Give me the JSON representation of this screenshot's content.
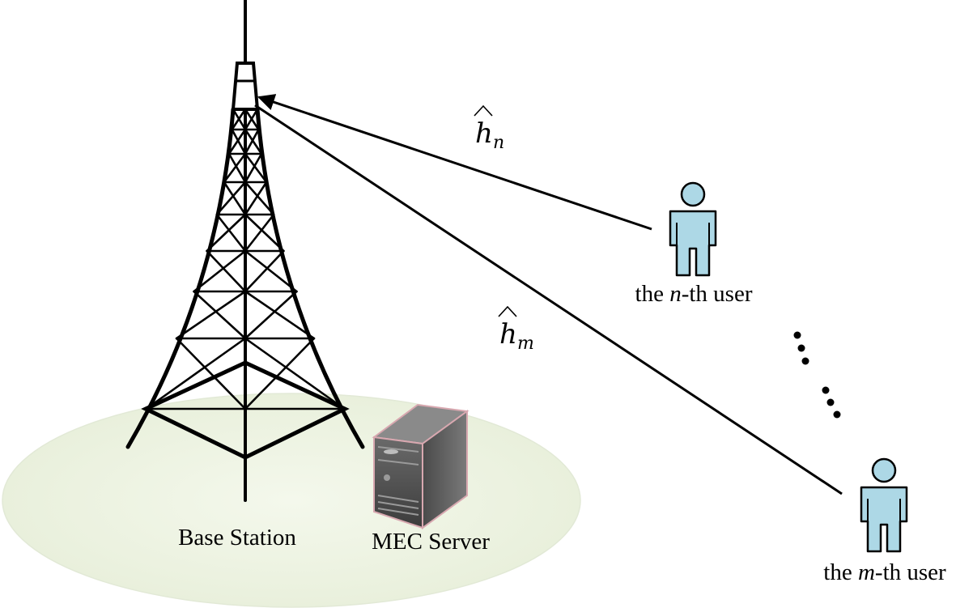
{
  "labels": {
    "base_station": "Base Station",
    "mec_server": "MEC Server",
    "user_n_prefix": "the ",
    "user_n_var": "n",
    "user_n_suffix": "-th user",
    "user_m_prefix": "the ",
    "user_m_var": "m",
    "user_m_suffix": "-th user"
  },
  "channels": {
    "n": {
      "symbol": "h",
      "subscript": "n",
      "accent": "^"
    },
    "m": {
      "symbol": "h",
      "subscript": "m",
      "accent": "^"
    }
  },
  "colors": {
    "coverage_fill": "#eef3e4",
    "user_fill": "#add8e6",
    "server_body": "#5a5a5a",
    "server_border": "#d8a8b0",
    "lines": "#000000"
  },
  "icons": [
    "tower-icon",
    "server-icon",
    "user-icon"
  ]
}
